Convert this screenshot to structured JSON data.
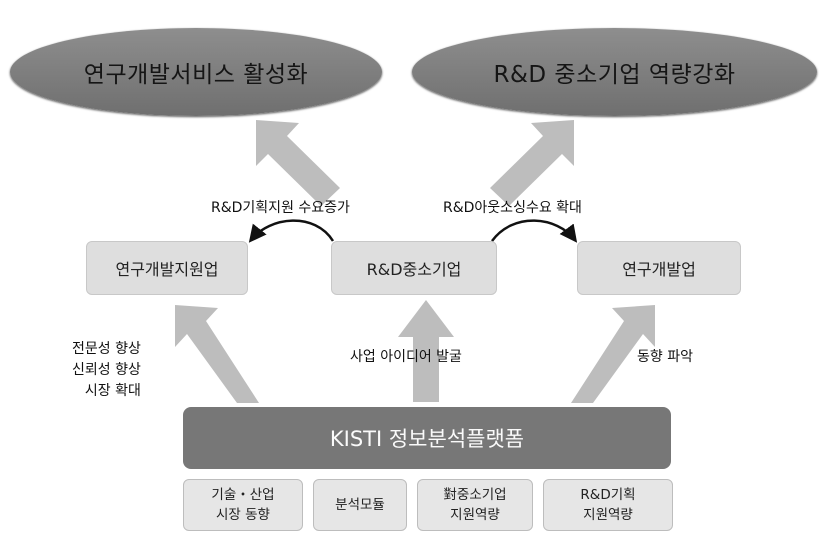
{
  "goals": {
    "left": "연구개발서비스 활성화",
    "right": "R&D 중소기업 역량강화"
  },
  "actors": {
    "left": "연구개발지원업",
    "center": "R&D중소기업",
    "right": "연구개발업"
  },
  "flows": {
    "to_left": "R&D기획지원 수요증가",
    "to_right": "R&D아웃소싱수요 확대"
  },
  "benefits": {
    "left": [
      "전문성 향상",
      "신뢰성 향상",
      "시장 확대"
    ],
    "center": "사업 아이디어 발굴",
    "right": "동향 파악"
  },
  "platform": "KISTI 정보분석플랫폼",
  "modules": [
    {
      "line1": "기술・산업",
      "line2": "시장 동향"
    },
    {
      "line1": "분석모듈",
      "line2": ""
    },
    {
      "line1": "對중소기업",
      "line2": "지원역량"
    },
    {
      "line1": "R&D기획",
      "line2": "지원역량"
    }
  ]
}
